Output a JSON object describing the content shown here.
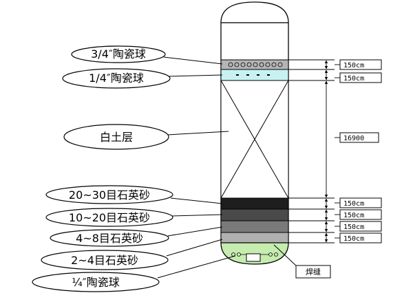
{
  "colors": {
    "ceramic_top": "#b5b5b5",
    "ceramic_quarter": "#c8f2f2",
    "clay": "#ffffff",
    "sand_20_30": "#1e1e1e",
    "sand_10_20": "#4a4a4a",
    "sand_4_8": "#7a7a7a",
    "sand_2_4": "#b0b0b0",
    "bottom_ceramic": "#c6ecb0"
  },
  "labels": {
    "ceramic_3_4": "3/4″陶瓷球",
    "ceramic_1_4": "1/4″陶瓷球",
    "white_clay": "白土层",
    "sand_20_30": "20~30目石英砂",
    "sand_10_20": "10~20目石英砂",
    "sand_4_8": "4~8目石英砂",
    "sand_2_4": "2~4目石英砂",
    "ceramic_bottom": "¼″陶瓷球",
    "weld_seam": "焊缝"
  },
  "dimensions": {
    "d1": "150cm",
    "d2": "150cm",
    "d3": "16900",
    "d4": "150cm",
    "d5": "150cm",
    "d6": "150cm",
    "d7": "150cm"
  }
}
